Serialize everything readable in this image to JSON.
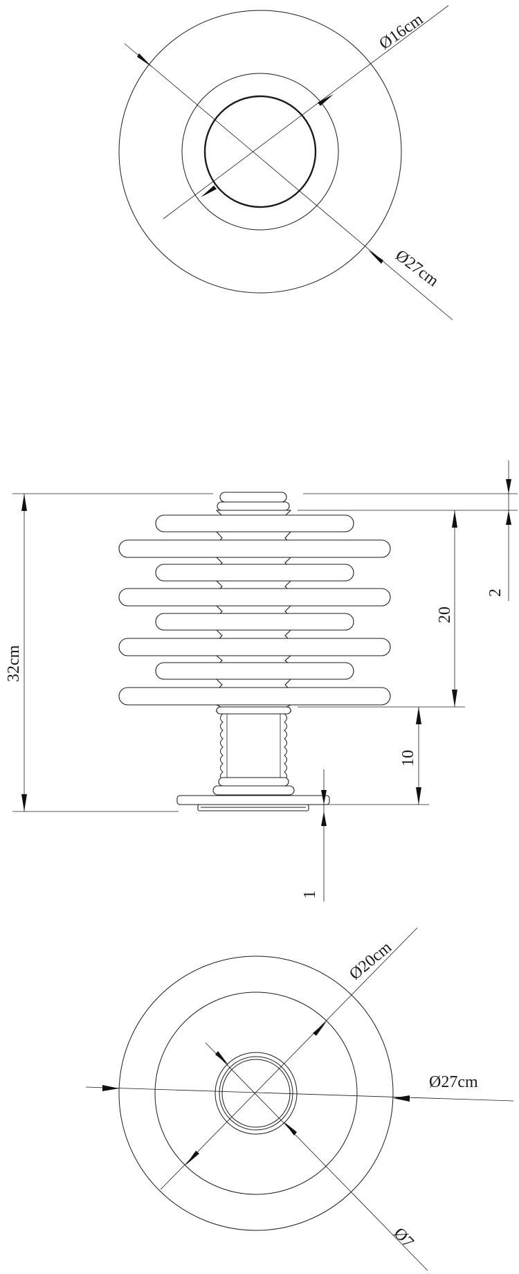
{
  "top_view": {
    "inner_diameter_label": "Ø16cm",
    "outer_diameter_label": "Ø27cm"
  },
  "side_view": {
    "total_height_label": "32cm",
    "top_gap_label": "2",
    "shade_height_label": "20",
    "stem_height_label": "10",
    "base_thickness_label": "1"
  },
  "bottom_view": {
    "middle_diameter_label": "Ø20cm",
    "outer_diameter_label": "Ø27cm",
    "hole_diameter_label": "Ø7"
  }
}
